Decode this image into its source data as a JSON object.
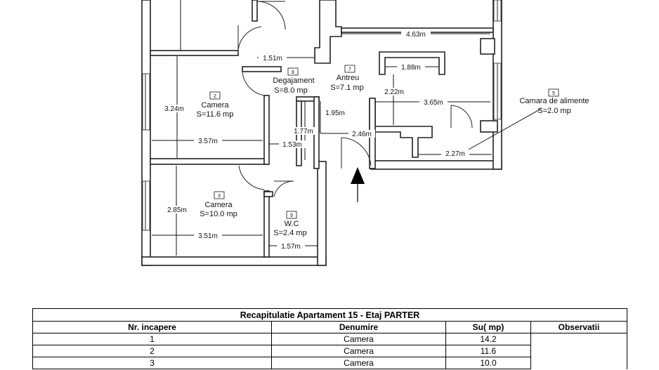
{
  "rooms": {
    "r2": {
      "num": "2",
      "name": "Camera",
      "area": "S=11.6 mp"
    },
    "r3": {
      "num": "3",
      "name": "Camera",
      "area": "S=10.0 mp"
    },
    "r5": {
      "num": "5",
      "name": "Camara de alimente",
      "area": "S=2.0 mp"
    },
    "r7": {
      "num": "7",
      "name": "Antreu",
      "area": "S=7.1 mp"
    },
    "r8": {
      "num": "8",
      "name": "Degajament",
      "area": "S=8.0 mp"
    },
    "r9": {
      "num": "9",
      "name": "W.C",
      "area": "S=2.4 mp"
    }
  },
  "dimensions": {
    "d_463": "4.63m",
    "d_151": "1.51m",
    "d_188": "1.88m",
    "d_222": "2.22m",
    "d_365": "3.65m",
    "d_324": "3.24m",
    "d_357": "3.57m",
    "d_153": "1.53m",
    "d_195": "1.95m",
    "d_177": "1.77m",
    "d_246": "2.46m",
    "d_227": "2.27m",
    "d_285": "2.85m",
    "d_351": "3.51m",
    "d_157": "1.57m"
  },
  "table": {
    "title": "Recapitulatie Apartament 15 - Etaj PARTER",
    "headers": [
      "Nr. incapere",
      "Denumire",
      "Su( mp)",
      "Observatii"
    ],
    "rows": [
      {
        "nr": "1",
        "name": "Camera",
        "su": "14.2"
      },
      {
        "nr": "2",
        "name": "Camera",
        "su": "11.6"
      },
      {
        "nr": "3",
        "name": "Camera",
        "su": "10.0"
      }
    ]
  }
}
